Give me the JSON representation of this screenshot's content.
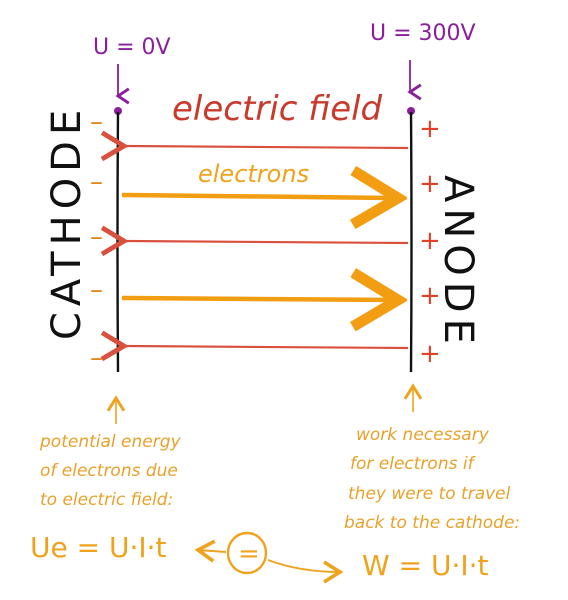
{
  "cathode": {
    "voltage_label": "U = 0V",
    "name": "CATHODE",
    "signs": [
      "–",
      "–",
      "–",
      "–",
      "–"
    ]
  },
  "anode": {
    "voltage_label": "U = 300V",
    "name": "ANODE",
    "signs": [
      "+",
      "+",
      "+",
      "+",
      "+"
    ]
  },
  "field_label": "electric field",
  "electrons_label": "electrons",
  "colors": {
    "field_arrow": "#d9503f",
    "electron_arrow": "#f29d12",
    "voltage": "#8a1f9e",
    "plate": "#111111",
    "note": "#e8a12a"
  },
  "left_note": {
    "lines": [
      "potential energy",
      "of electrons due",
      "to electric field:"
    ],
    "formula": "Ue = U·I·t"
  },
  "right_note": {
    "lines": [
      "work necessary",
      "for electrons if",
      "they were to travel",
      "back to the cathode:"
    ],
    "formula": "W = U·I·t"
  },
  "equivalence_symbol": "="
}
